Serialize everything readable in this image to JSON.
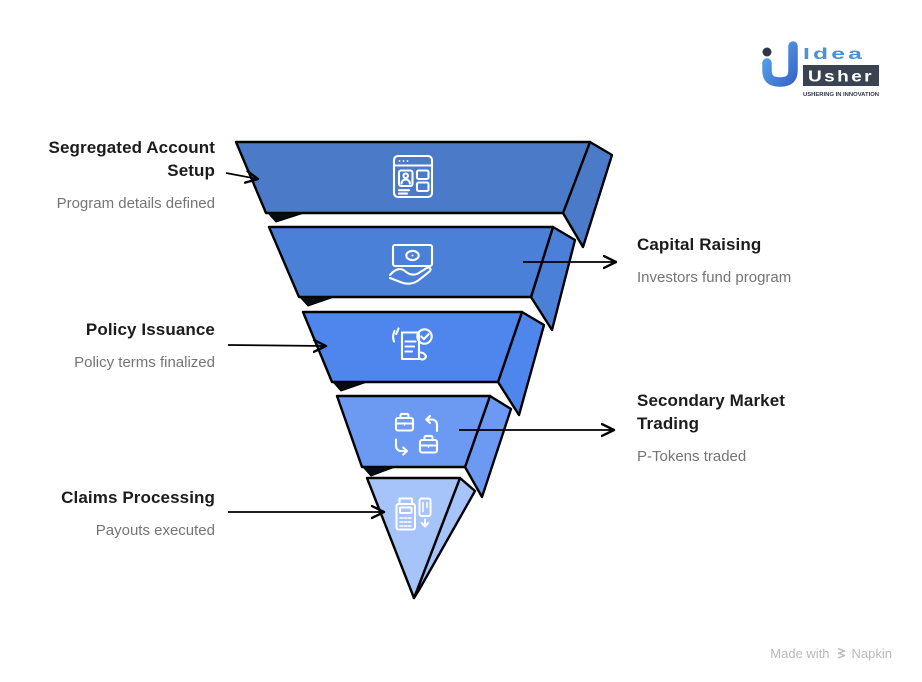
{
  "diagram": {
    "type": "funnel",
    "stages": [
      {
        "title": "Segregated Account Setup",
        "subtitle": "Program details defined",
        "label_side": "left",
        "icon": "account-window-icon",
        "color": "#4a7ac8"
      },
      {
        "title": "Capital Raising",
        "subtitle": "Investors fund program",
        "label_side": "right",
        "icon": "cash-hand-icon",
        "color": "#4b80d9"
      },
      {
        "title": "Policy Issuance",
        "subtitle": "Policy terms finalized",
        "label_side": "left",
        "icon": "policy-check-icon",
        "color": "#4e86ee"
      },
      {
        "title": "Secondary Market Trading",
        "subtitle": "P-Tokens traded",
        "label_side": "right",
        "icon": "briefcase-exchange-icon",
        "color": "#6c9af3"
      },
      {
        "title": "Claims Processing",
        "subtitle": "Payouts executed",
        "label_side": "left",
        "icon": "payout-terminal-icon",
        "color": "#a6c4fa"
      }
    ],
    "outline_color": "#000000",
    "shadow_color": "#070b14",
    "icon_color": "#ffffff",
    "title_color": "#1c1c1c",
    "subtitle_color": "#757575"
  },
  "logo": {
    "word_top": "Idea",
    "word_bottom": "Usher",
    "tagline": "USHERING IN INNOVATION",
    "accent_color": "#4a90dc",
    "box_color": "#3a4352",
    "dot_color": "#2d3748"
  },
  "credit": {
    "prefix": "Made with",
    "brand": "Napkin"
  }
}
